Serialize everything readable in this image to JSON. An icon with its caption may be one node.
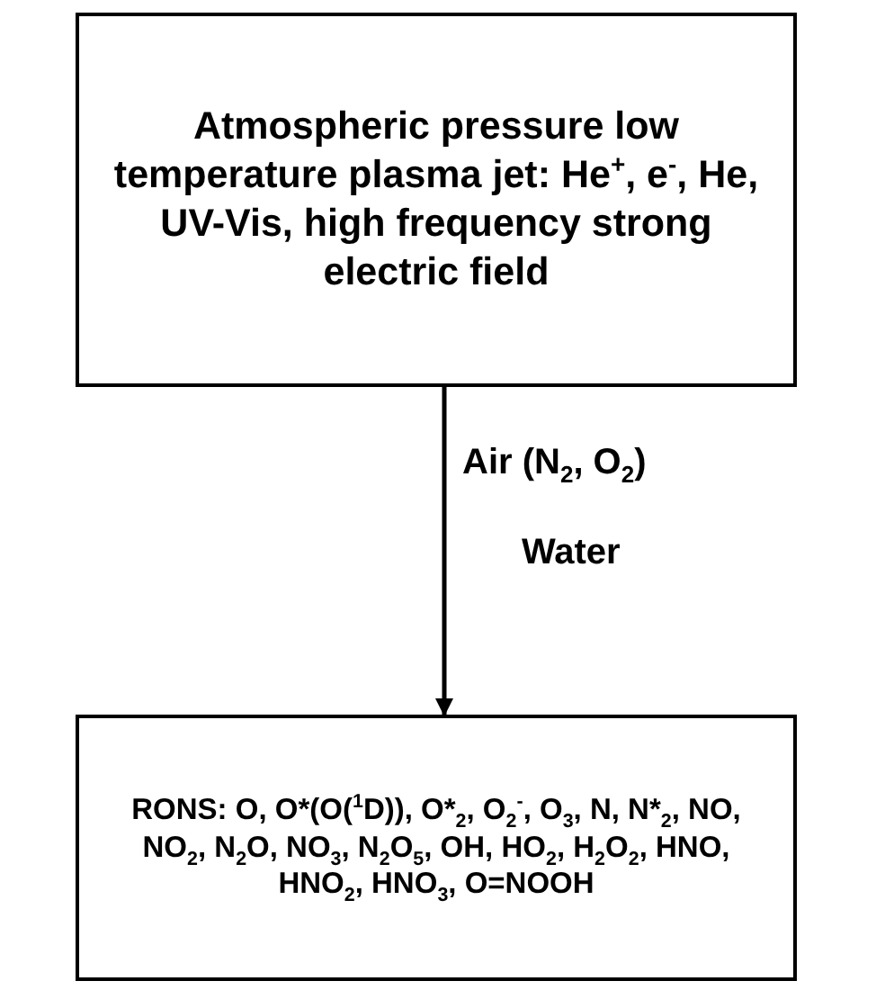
{
  "diagram": {
    "nodes": [
      {
        "text": [
          "Atmospheric pressure low temperature plasma jet: He$^{+}$, e$^{-}$, He, UV-Vis, high frequency strong electric field"
        ]
      },
      {
        "text": [
          "RONS: O, O*(O($^{1}$D)), O*$_{2}$, O$_{2}$$^{-}$, O$_{3}$, N, N*$_{2}$, NO, NO$_{2}$, N$_{2}$O, NO$_{3}$, N$_{2}$O$_{5}$, OH, HO$_{2}$, H$_{2}$O$_{2}$, HNO, HNO$_{2}$, HNO$_{3}$, O=NOOH"
        ]
      }
    ],
    "edges": [
      {
        "from": 0,
        "to": 1,
        "arrow": "to",
        "label": "Air (N$_{2}$, O$_{2}$)"
      }
    ],
    "labels": [
      "Water"
    ]
  }
}
